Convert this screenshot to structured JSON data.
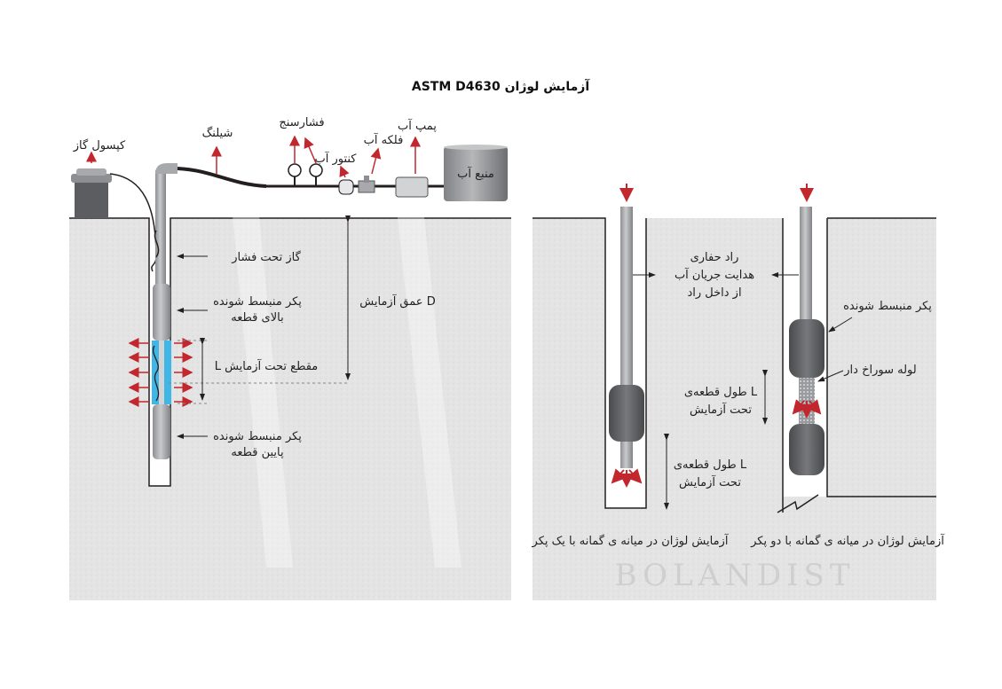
{
  "title": "آزمایش لوژان ASTM D4630",
  "watermark": "BOLANDIST",
  "colors": {
    "ground": "#e6e6e6",
    "pipe": "#a7a9ac",
    "packer": "#5c5d60",
    "water": "#3fb6e6",
    "arrow_red": "#c1272d",
    "line": "#231f20"
  },
  "left_diagram": {
    "equipment_labels": {
      "gas_capsule": "کپسول گاز",
      "hose": "شیلنگ",
      "pressure_gauge": "فشارسنج",
      "water_meter": "کنتور آب",
      "water_valve": "فلکه آب",
      "water_pump": "پمپ آب",
      "water_source": "منبع آب"
    },
    "borehole_labels": {
      "pressurized_gas": "گاز تحت فشار",
      "upper_packer_line1": "پکر منبسط شونده",
      "upper_packer_line2": "بالای قطعه",
      "test_section": "مقطع تحت آزمایش L",
      "lower_packer_line1": "پکر منبسط شونده",
      "lower_packer_line2": "پایین قطعه",
      "test_depth": "D عمق آزمایش"
    }
  },
  "right_diagram": {
    "drill_rod_line1": "راد حفاری",
    "drill_rod_line2": "هدایت جریان آب",
    "drill_rod_line3": "از داخل راد",
    "packer": "پکر منبسط شونده",
    "perforated_pipe": "لوله سوراخ دار",
    "length_line1": "L طول قطعه‌ی",
    "length_line2": "تحت آزمایش",
    "length2_line1": "L طول قطعه‌ی",
    "length2_line2": "تحت آزمایش",
    "caption_single": "آزمایش لوژان در میانه ی گمانه با یک پکر",
    "caption_double": "آزمایش لوژان در میانه ی گمانه با دو پکر"
  }
}
